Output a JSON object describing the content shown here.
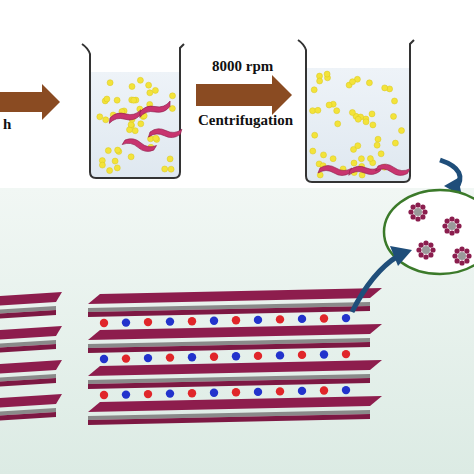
{
  "diagram": {
    "labels": [
      "h",
      "8000 rpm",
      "Centrifugation"
    ]
  }
}
